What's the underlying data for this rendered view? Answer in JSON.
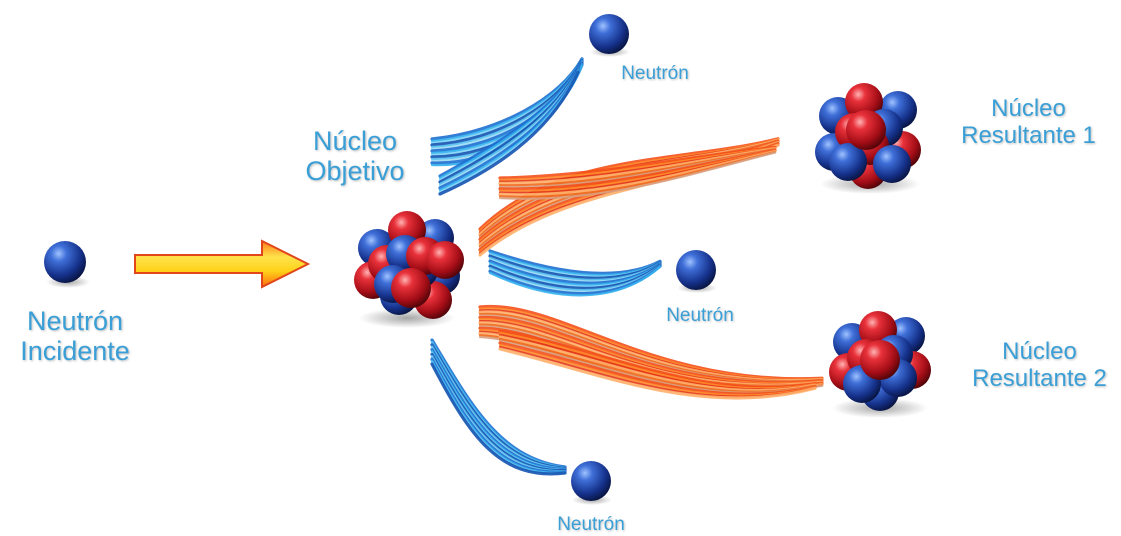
{
  "labels": {
    "incident_line1": "Neutrón",
    "incident_line2": "Incidente",
    "target_line1": "Núcleo",
    "target_line2": "Objetivo",
    "neutron_top": "Neutrón",
    "neutron_mid": "Neutrón",
    "neutron_bottom": "Neutrón",
    "result1_line1": "Núcleo",
    "result1_line2": "Resultante 1",
    "result2_line1": "Núcleo",
    "result2_line2": "Resultante 2"
  },
  "colors": {
    "label_text": "#3a9fd6",
    "proton": "#d3141f",
    "neutron": "#1b3fa0",
    "blue_trail": "#2aa3e0",
    "orange_trail": "#f0601c",
    "arrow_fill": "#ffd21a",
    "arrow_outline": "#e0461a"
  },
  "icons": {
    "incident": "neutron-sphere-icon",
    "target": "target-nucleus-icon",
    "arrow": "incidence-arrow-icon"
  }
}
